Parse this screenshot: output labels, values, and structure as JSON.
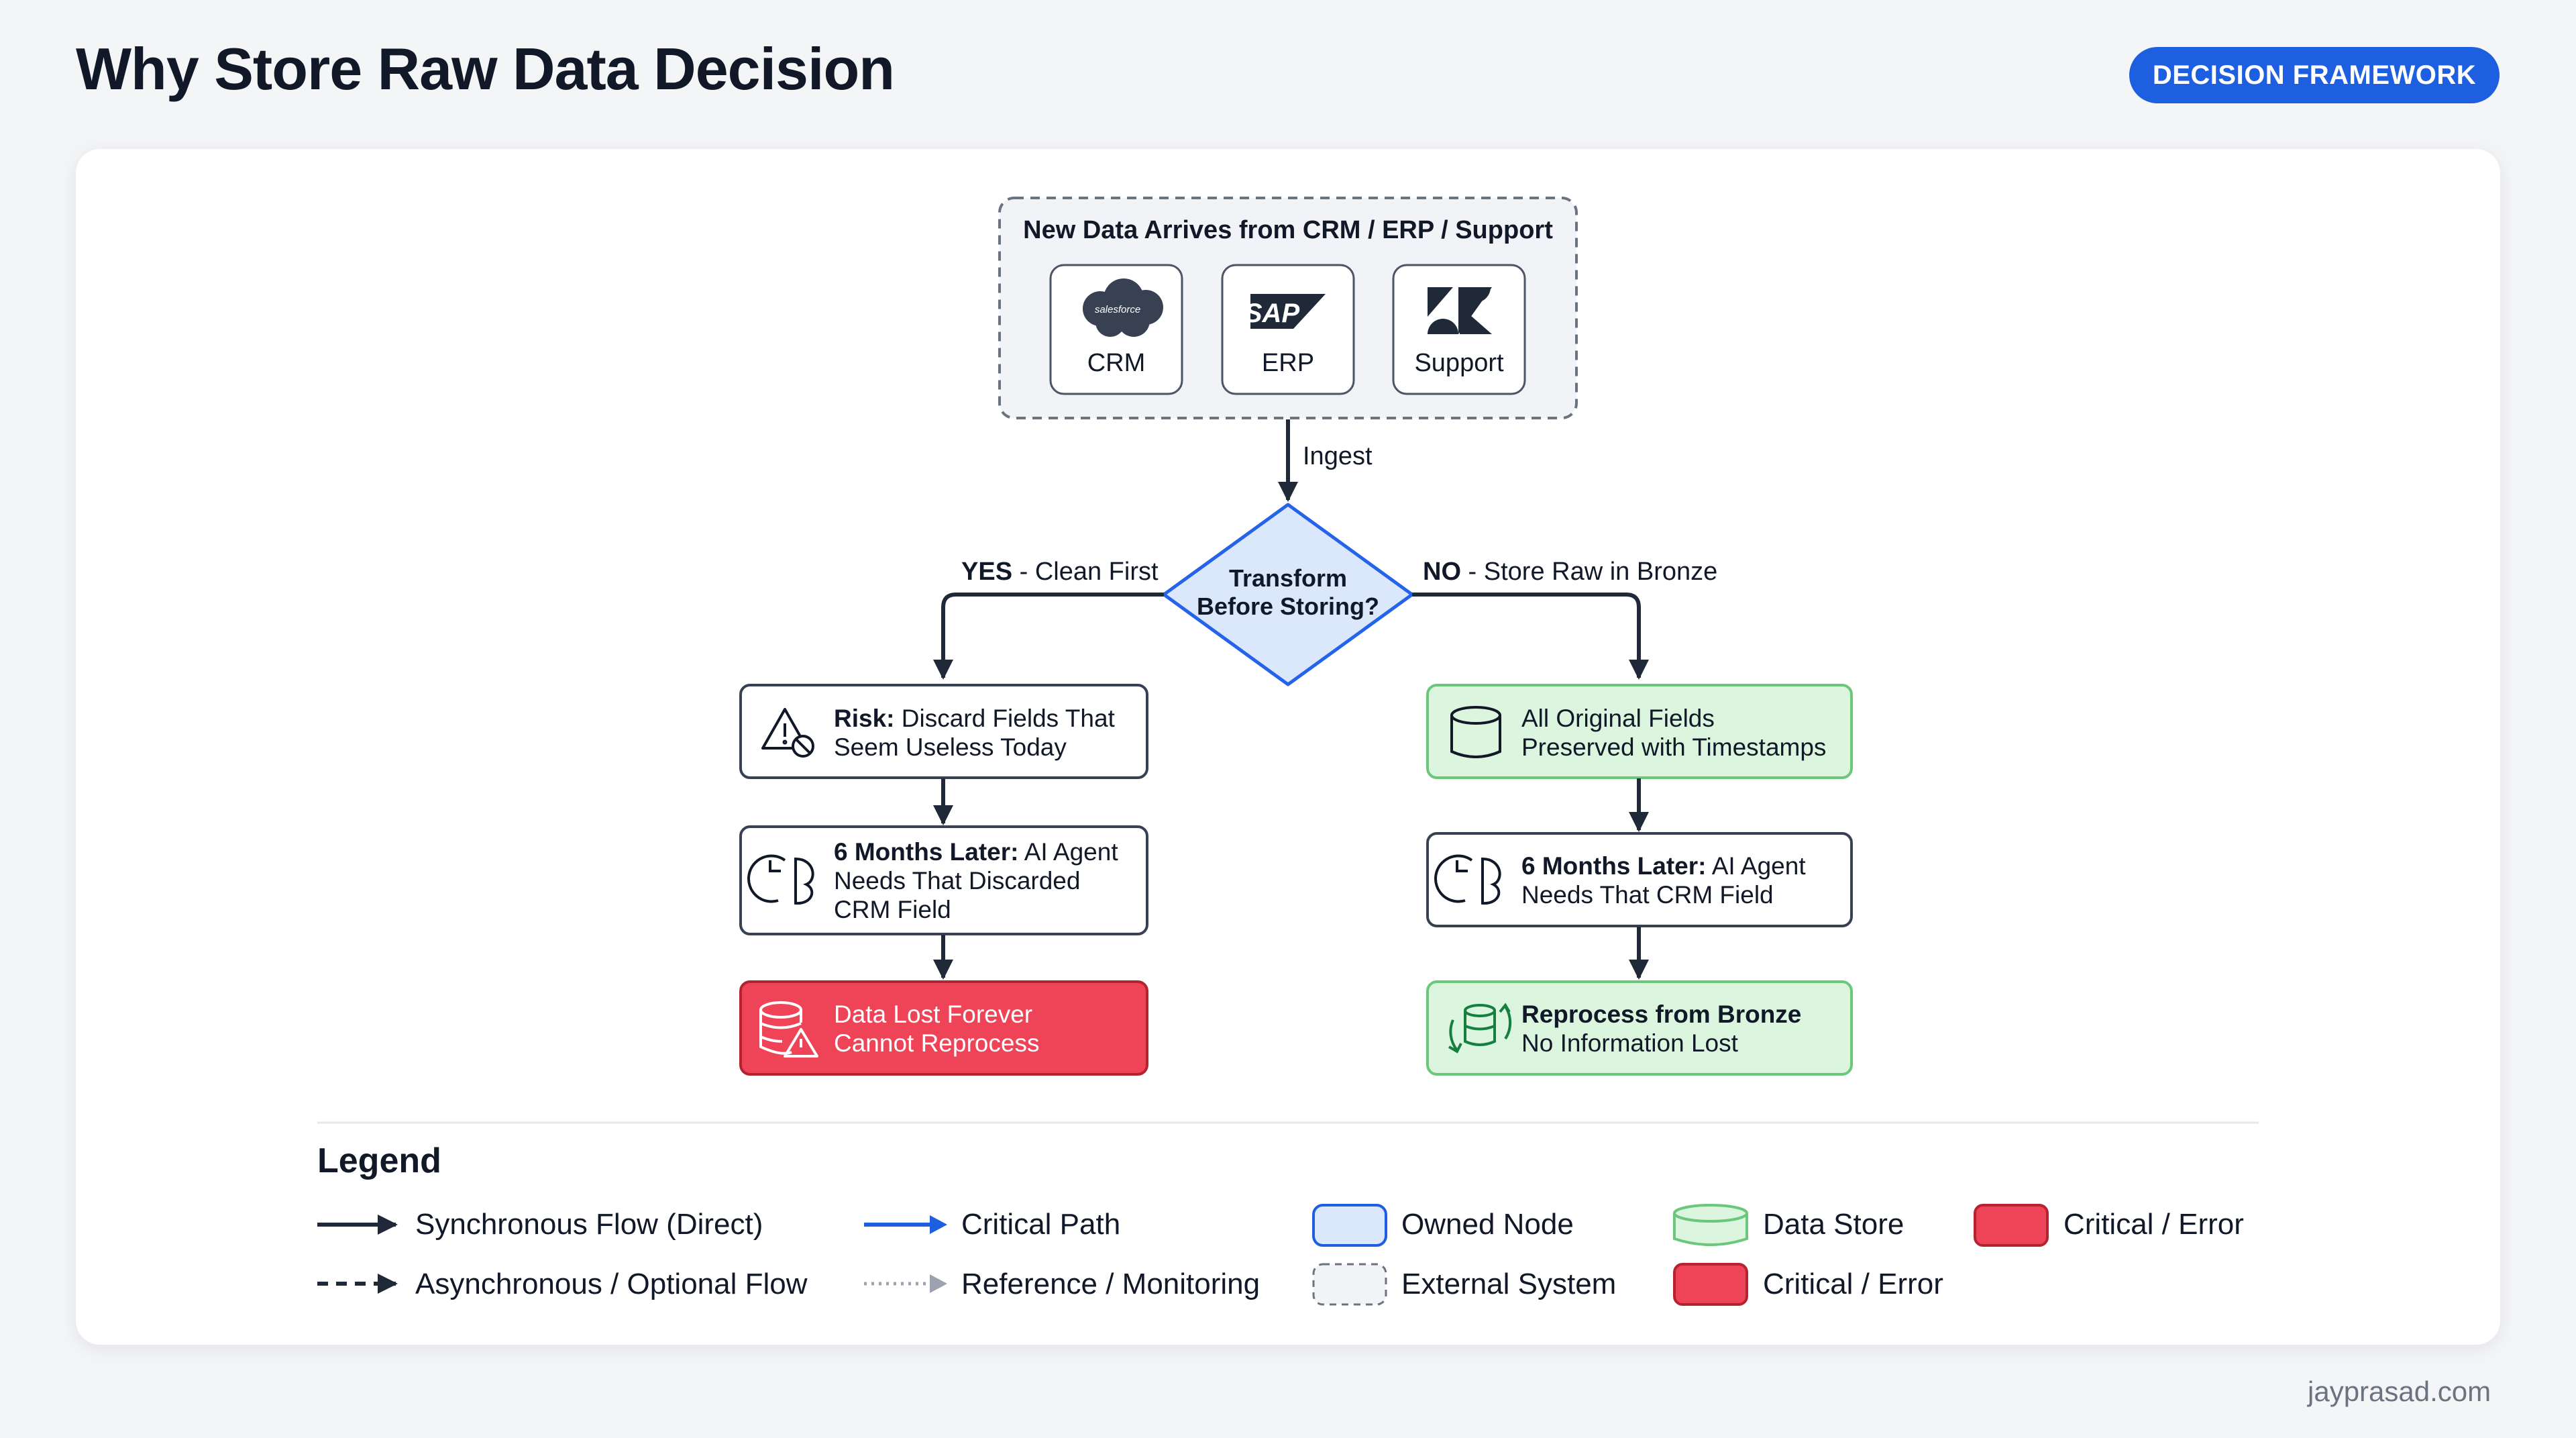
{
  "page": {
    "title": "Why Store Raw Data Decision",
    "badge": "DECISION FRAMEWORK",
    "footer": "jayprasad.com"
  },
  "sources": {
    "group_title": "New Data Arrives from CRM / ERP / Support",
    "items": [
      {
        "label": "CRM",
        "logo_text": "salesforce",
        "icon": "salesforce-cloud-icon"
      },
      {
        "label": "ERP",
        "logo_text": "SAP",
        "icon": "sap-logo-icon"
      },
      {
        "label": "Support",
        "icon": "zendesk-logo-icon"
      }
    ]
  },
  "flow": {
    "ingest_label": "Ingest",
    "decision": {
      "line1": "Transform",
      "line2": "Before Storing?"
    },
    "yes_branch": {
      "strong": "YES",
      "rest": " - Clean First"
    },
    "no_branch": {
      "strong": "NO",
      "rest": " - Store Raw in Bronze"
    },
    "left_nodes": [
      {
        "strong": "Risk:",
        "line1_rest": " Discard Fields That",
        "line2": "Seem Useless Today",
        "icon": "warning-block-icon"
      },
      {
        "strong": "6 Months Later:",
        "line1_rest": " AI Agent",
        "line2": "Needs That Discarded",
        "line3": "CRM Field",
        "icon": "brain-history-icon"
      },
      {
        "line1": "Data Lost Forever",
        "line2": "Cannot Reprocess",
        "icon": "database-warning-icon"
      }
    ],
    "right_nodes": [
      {
        "line1": "All Original Fields",
        "line2": "Preserved with Timestamps",
        "icon": "cylinder-icon"
      },
      {
        "strong": "6 Months Later:",
        "line1_rest": " AI Agent",
        "line2": "Needs That CRM Field",
        "icon": "brain-history-icon"
      },
      {
        "line1": "Reprocess from Bronze",
        "line2": "No Information Lost",
        "icon": "database-refresh-icon"
      }
    ]
  },
  "legend": {
    "title": "Legend",
    "items": [
      {
        "label": "Synchronous Flow (Direct)",
        "kind": "solid-arrow"
      },
      {
        "label": "Asynchronous / Optional Flow",
        "kind": "dashed-arrow"
      },
      {
        "label": "Critical Path",
        "kind": "blue-arrow"
      },
      {
        "label": "Reference / Monitoring",
        "kind": "dotted-arrow"
      },
      {
        "label": "Owned Node",
        "kind": "blue-box"
      },
      {
        "label": "External System",
        "kind": "dashed-box"
      },
      {
        "label": "Data Store",
        "kind": "green-cylinder"
      },
      {
        "label": "Critical / Error",
        "kind": "red-box"
      },
      {
        "label": "Critical / Error",
        "kind": "red-box"
      }
    ]
  },
  "colors": {
    "accent": "#1d5fe0",
    "owned_fill": "#dbe8fb",
    "store_fill": "#dcf5df",
    "store_border": "#6bc77a",
    "error_fill": "#ef4457",
    "external_fill": "#f1f3f6"
  }
}
